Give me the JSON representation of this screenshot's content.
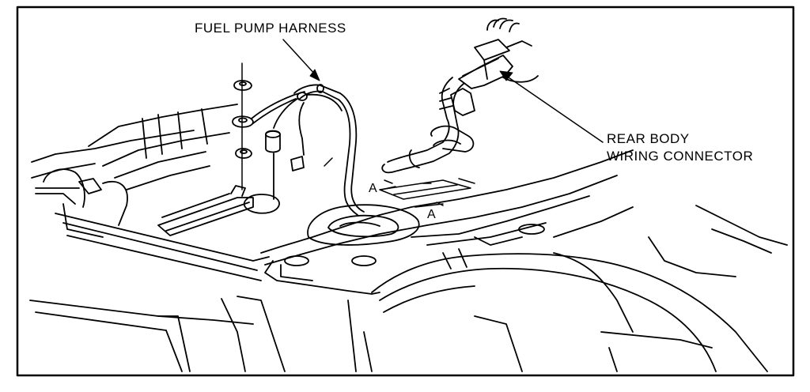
{
  "labels": {
    "fuel_pump_harness": "FUEL PUMP HARNESS",
    "rear_body_line1": "REAR BODY",
    "rear_body_line2": "WIRING CONNECTOR",
    "section_a_upper": "A",
    "section_a_lower": "A"
  },
  "colors": {
    "ink": "#000000",
    "paper": "#ffffff"
  }
}
